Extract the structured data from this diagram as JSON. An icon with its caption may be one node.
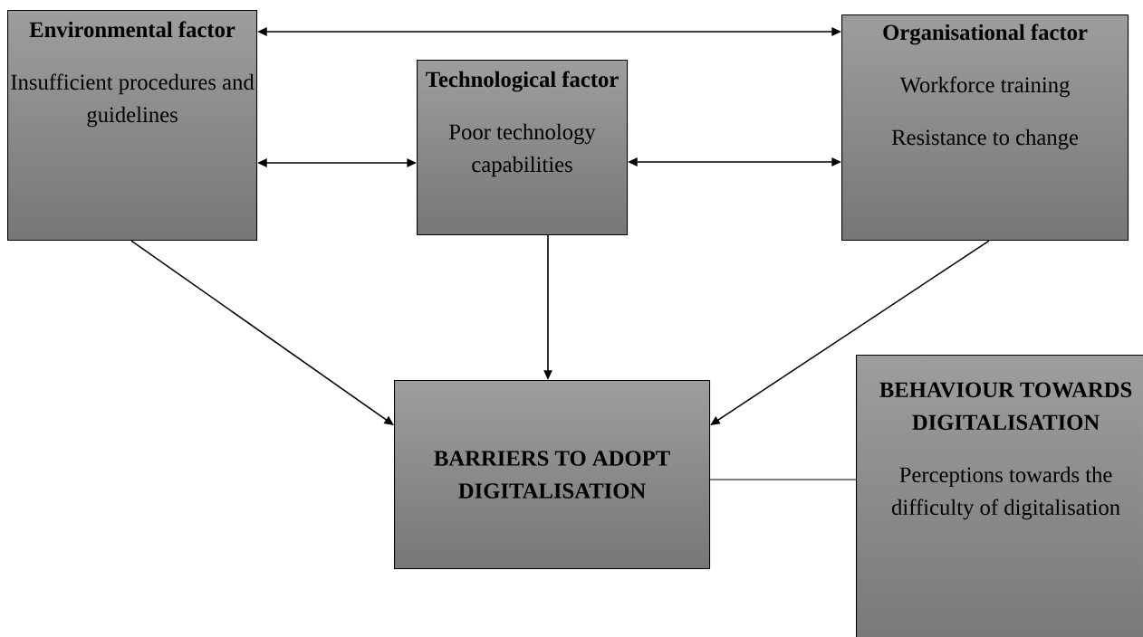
{
  "diagram": {
    "nodes": [
      {
        "text": [
          "Environmental factor",
          "Insufficient procedures and guidelines"
        ]
      },
      {
        "text": [
          "Technological factor",
          "Poor technology capabilities"
        ]
      },
      {
        "text": [
          "Organisational factor",
          "Workforce training",
          "Resistance to change"
        ]
      },
      {
        "text": [
          "BARRIERS TO ADOPT DIGITALISATION"
        ]
      },
      {
        "text": [
          "BEHAVIOUR TOWARDS DIGITALISATION",
          "Perceptions towards the difficulty of digitalisation"
        ]
      }
    ],
    "edges": [
      {
        "from": 0,
        "to": 2,
        "arrow": "both"
      },
      {
        "from": 0,
        "to": 1,
        "arrow": "both"
      },
      {
        "from": 1,
        "to": 2,
        "arrow": "both"
      },
      {
        "from": 0,
        "to": 3,
        "arrow": "to"
      },
      {
        "from": 1,
        "to": 3,
        "arrow": "to"
      },
      {
        "from": 2,
        "to": 3,
        "arrow": "to"
      },
      {
        "from": 3,
        "to": 4,
        "arrow": "none"
      }
    ]
  }
}
